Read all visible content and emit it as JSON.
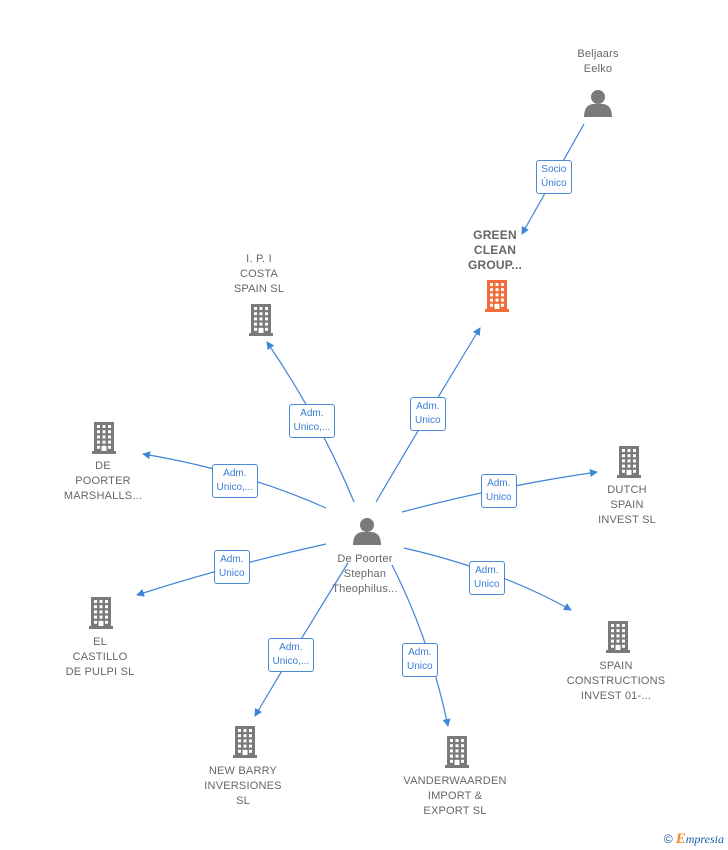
{
  "colors": {
    "edge": "#3d85d6",
    "building": "#7a7a7a",
    "main_building": "#f26b3a",
    "person": "#7a7a7a"
  },
  "nodes": [
    {
      "id": "beljaars",
      "type": "person",
      "label": "Beljaars\nEelko"
    },
    {
      "id": "green",
      "type": "main",
      "label": "GREEN\nCLEAN\nGROUP..."
    },
    {
      "id": "ipi",
      "type": "company",
      "label": "I.  P. I\nCOSTA\nSPAIN  SL"
    },
    {
      "id": "depoorter_m",
      "type": "company",
      "label": "DE\nPOORTER\nMARSHALLS..."
    },
    {
      "id": "dutch",
      "type": "company",
      "label": "DUTCH\nSPAIN\nINVEST  SL"
    },
    {
      "id": "center",
      "type": "person",
      "label": "De Poorter\nStephan\nTheophilus..."
    },
    {
      "id": "castillo",
      "type": "company",
      "label": "EL\nCASTILLO\nDE PULPI  SL"
    },
    {
      "id": "spainc",
      "type": "company",
      "label": "SPAIN\nCONSTRUCTIONS\nINVEST 01-..."
    },
    {
      "id": "newbarry",
      "type": "company",
      "label": "NEW BARRY\nINVERSIONES\nSL"
    },
    {
      "id": "vander",
      "type": "company",
      "label": "VANDERWAARDEN\nIMPORT &\nEXPORT  SL"
    }
  ],
  "edges": [
    {
      "from": "beljaars",
      "to": "green",
      "label": "Socio\nÚnico"
    },
    {
      "from": "center",
      "to": "green",
      "label": "Adm.\nUnico"
    },
    {
      "from": "center",
      "to": "ipi",
      "label": "Adm.\nUnico,..."
    },
    {
      "from": "center",
      "to": "depoorter_m",
      "label": "Adm.\nUnico,..."
    },
    {
      "from": "center",
      "to": "dutch",
      "label": "Adm.\nUnico"
    },
    {
      "from": "center",
      "to": "castillo",
      "label": "Adm.\nUnico"
    },
    {
      "from": "center",
      "to": "spainc",
      "label": "Adm.\nUnico"
    },
    {
      "from": "center",
      "to": "newbarry",
      "label": "Adm.\nUnico,..."
    },
    {
      "from": "center",
      "to": "vander",
      "label": "Adm.\nUnico"
    }
  ],
  "brand": {
    "copyright": "©",
    "name_initial": "E",
    "name_rest": "mpresia"
  }
}
